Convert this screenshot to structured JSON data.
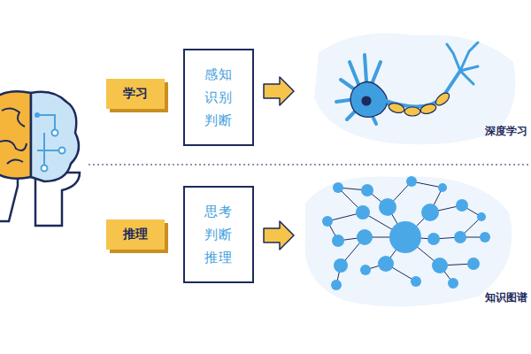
{
  "diagram": {
    "nodes": [
      {
        "text": [
          "学习"
        ]
      },
      {
        "text": [
          "感知 识别 判断"
        ]
      },
      {
        "text": [
          "推理"
        ]
      },
      {
        "text": [
          "思考 判断 推理"
        ]
      }
    ],
    "labels": [
      "深度学习",
      "知识图谱"
    ]
  }
}
